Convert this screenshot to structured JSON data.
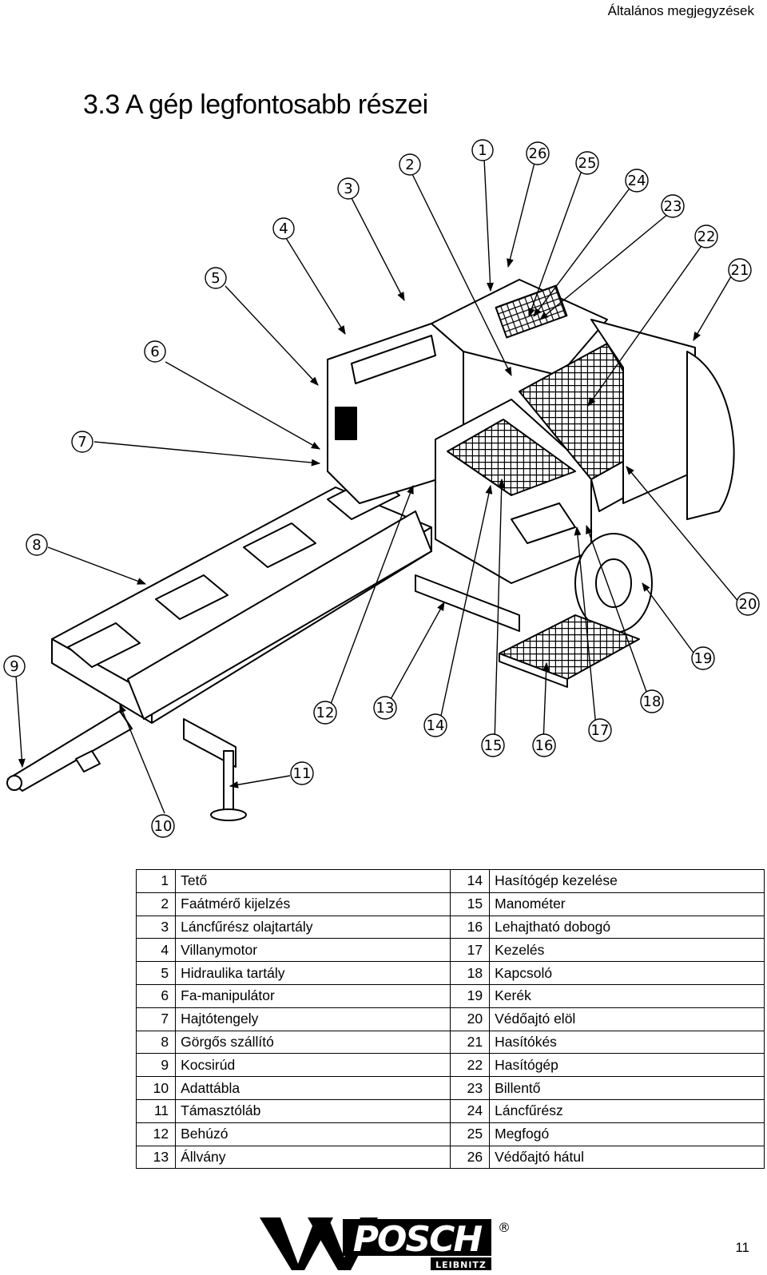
{
  "header": {
    "section_note": "Általános megjegyzések"
  },
  "title": "3.3 A gép legfontosabb részei",
  "diagram": {
    "callouts": [
      "1",
      "2",
      "3",
      "4",
      "5",
      "6",
      "7",
      "8",
      "9",
      "10",
      "11",
      "12",
      "13",
      "14",
      "15",
      "16",
      "17",
      "18",
      "19",
      "20",
      "21",
      "22",
      "23",
      "24",
      "25",
      "26"
    ]
  },
  "parts": [
    {
      "left": {
        "num": "1",
        "name": "Tető"
      },
      "right": {
        "num": "14",
        "name": "Hasítógép kezelése"
      }
    },
    {
      "left": {
        "num": "2",
        "name": "Faátmérő kijelzés"
      },
      "right": {
        "num": "15",
        "name": "Manométer"
      }
    },
    {
      "left": {
        "num": "3",
        "name": "Láncfűrész olajtartály"
      },
      "right": {
        "num": "16",
        "name": "Lehajtható dobogó"
      }
    },
    {
      "left": {
        "num": "4",
        "name": "Villanymotor"
      },
      "right": {
        "num": "17",
        "name": "Kezelés"
      }
    },
    {
      "left": {
        "num": "5",
        "name": "Hidraulika tartály"
      },
      "right": {
        "num": "18",
        "name": "Kapcsoló"
      }
    },
    {
      "left": {
        "num": "6",
        "name": "Fa-manipulátor"
      },
      "right": {
        "num": "19",
        "name": "Kerék"
      }
    },
    {
      "left": {
        "num": "7",
        "name": "Hajtótengely"
      },
      "right": {
        "num": "20",
        "name": "Védőajtó elöl"
      }
    },
    {
      "left": {
        "num": "8",
        "name": "Görgős szállító"
      },
      "right": {
        "num": "21",
        "name": "Hasítókés"
      }
    },
    {
      "left": {
        "num": "9",
        "name": "Kocsirúd"
      },
      "right": {
        "num": "22",
        "name": "Hasítógép"
      }
    },
    {
      "left": {
        "num": "10",
        "name": "Adattábla"
      },
      "right": {
        "num": "23",
        "name": "Billentő"
      }
    },
    {
      "left": {
        "num": "11",
        "name": "Támasztóláb"
      },
      "right": {
        "num": "24",
        "name": "Láncfűrész"
      }
    },
    {
      "left": {
        "num": "12",
        "name": "Behúzó"
      },
      "right": {
        "num": "25",
        "name": "Megfogó"
      }
    },
    {
      "left": {
        "num": "13",
        "name": "Állvány"
      },
      "right": {
        "num": "26",
        "name": "Védőajtó hátul"
      }
    }
  ],
  "logo": {
    "brand": "POSCH",
    "subbrand": "LEIBNITZ",
    "registered": "®"
  },
  "page_number": "11"
}
